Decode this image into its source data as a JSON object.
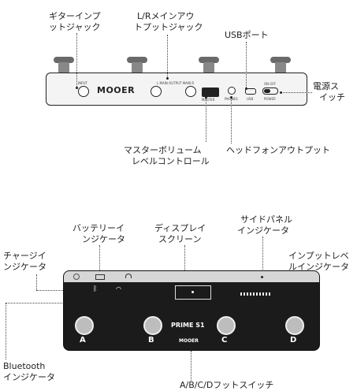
{
  "top_labels": {
    "guitar_input_1": "ギターインプ",
    "guitar_input_2": "ットジャック",
    "lr_main_out_1": "L/Rメインアウ",
    "lr_main_out_2": "トプットジャック",
    "usb_port": "USBポート",
    "power_switch_1": "電源ス",
    "power_switch_2": "イッチ",
    "master_volume_1": "マスターボリューム",
    "master_volume_2": "レベルコントロール",
    "headphone_out": "ヘッドフォンアウトプット"
  },
  "top_device": {
    "brand": "MOOER",
    "tiny_labels": [
      "INPUT",
      "L MAIN OUTPUT MAIN R",
      "MASTER",
      "PHONES",
      "USB",
      "ON OFF",
      "POWER"
    ]
  },
  "bottom_labels": {
    "battery_1": "バッテリーイ",
    "battery_2": "ンジケータ",
    "display_1": "ディスプレイ",
    "display_2": "スクリーン",
    "side_panel_1": "サイドパネル",
    "side_panel_2": "インジケータ",
    "charge_1": "チャージイ",
    "charge_2": "ンジケータ",
    "input_level_1": "インプットレベ",
    "input_level_2": "ルインジケータ",
    "bluetooth_1": "Bluetooth",
    "bluetooth_2": "インジケータ",
    "footswitch": "A/B/C/Dフットスイッチ"
  },
  "bottom_device": {
    "model": "PRIME S1",
    "brand": "MOOER",
    "switches": [
      "A",
      "B",
      "C",
      "D"
    ]
  }
}
